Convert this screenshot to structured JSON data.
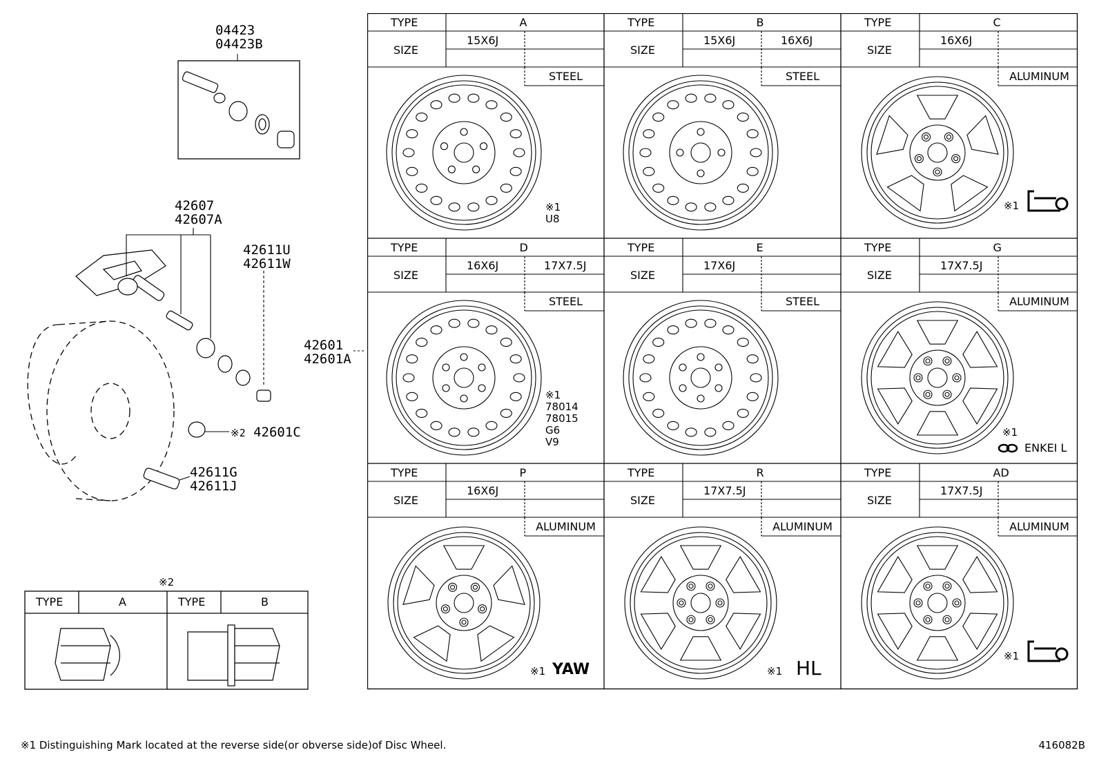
{
  "callouts": {
    "grommet": [
      "04423",
      "04423B"
    ],
    "sensor": [
      "42607",
      "42607A"
    ],
    "valve": [
      "42611U",
      "42611W"
    ],
    "wheel": [
      "42601",
      "42601A"
    ],
    "nut_ref": "※2",
    "nut": "42601C",
    "stem": [
      "42611G",
      "42611J"
    ]
  },
  "nut_table": {
    "note": "※2",
    "type_label": "TYPE",
    "types": [
      "A",
      "B"
    ]
  },
  "grid": {
    "type_label": "TYPE",
    "size_label": "SIZE",
    "cells": [
      {
        "type": "A",
        "sizes": [
          "15X6J",
          ""
        ],
        "material": "STEEL",
        "marks": [
          "※1",
          "U8"
        ]
      },
      {
        "type": "B",
        "sizes": [
          "15X6J",
          "16X6J"
        ],
        "material": "STEEL",
        "marks": []
      },
      {
        "type": "C",
        "sizes": [
          "16X6J",
          ""
        ],
        "material": "ALUMINUM",
        "marks": [
          "※1"
        ],
        "logo": "enkei-c-logo"
      },
      {
        "type": "D",
        "sizes": [
          "16X6J",
          "17X7.5J"
        ],
        "material": "STEEL",
        "marks": [
          "※1",
          "78014",
          "78015",
          "G6",
          "V9"
        ]
      },
      {
        "type": "E",
        "sizes": [
          "17X6J",
          ""
        ],
        "material": "STEEL",
        "marks": []
      },
      {
        "type": "G",
        "sizes": [
          "17X7.5J",
          ""
        ],
        "material": "ALUMINUM",
        "marks": [
          "※1",
          "ENKEI L"
        ],
        "logo": "enkei-infinity-logo"
      },
      {
        "type": "P",
        "sizes": [
          "16X6J",
          ""
        ],
        "material": "ALUMINUM",
        "marks": [
          "※1",
          "YAW"
        ]
      },
      {
        "type": "R",
        "sizes": [
          "17X7.5J",
          ""
        ],
        "material": "ALUMINUM",
        "marks": [
          "※1",
          "HL"
        ]
      },
      {
        "type": "AD",
        "sizes": [
          "17X7.5J",
          ""
        ],
        "material": "ALUMINUM",
        "marks": [
          "※1"
        ],
        "logo": "enkei-c-logo"
      }
    ]
  },
  "footer": "※1 Distinguishing Mark located at the reverse side(or obverse side)of Disc Wheel.",
  "diagram_code": "416082B"
}
